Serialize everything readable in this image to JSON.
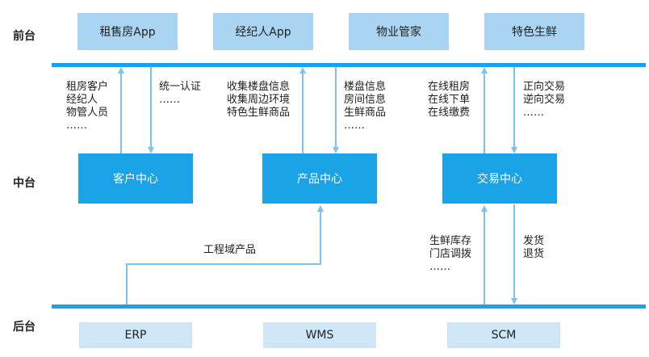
{
  "tiers": {
    "front": "前台",
    "middle": "中台",
    "back": "后台"
  },
  "front_apps": [
    "租售房App",
    "经纪人App",
    "物业管家",
    "特色生鲜"
  ],
  "centers": {
    "customer": "客户中心",
    "product": "产品中心",
    "trade": "交易中心"
  },
  "back_systems": [
    "ERP",
    "WMS",
    "SCM"
  ],
  "notes": {
    "customer_up": [
      "租房客户",
      "经纪人",
      "物管人员",
      "……"
    ],
    "customer_down": [
      "统一认证",
      "……"
    ],
    "product_up": [
      "收集楼盘信息",
      "收集周边环境",
      "特色生鲜商品"
    ],
    "product_down": [
      "楼盘信息",
      "房间信息",
      "生鲜商品",
      "……"
    ],
    "trade_up": [
      "在线租房",
      "在线下单",
      "在线缴费"
    ],
    "trade_down": [
      "正向交易",
      "逆向交易",
      "……"
    ],
    "erp_to_product": "工程域产品",
    "scm_up": [
      "生鲜库存",
      "门店调拨",
      "……"
    ],
    "scm_down": [
      "发货",
      "退货"
    ]
  },
  "colors": {
    "bus": "#1aa3e6",
    "front_box": "#a9d5f2",
    "center_box": "#1aa3e6",
    "back_box": "#cfe6f6",
    "arrow": "#7cc4ee"
  }
}
